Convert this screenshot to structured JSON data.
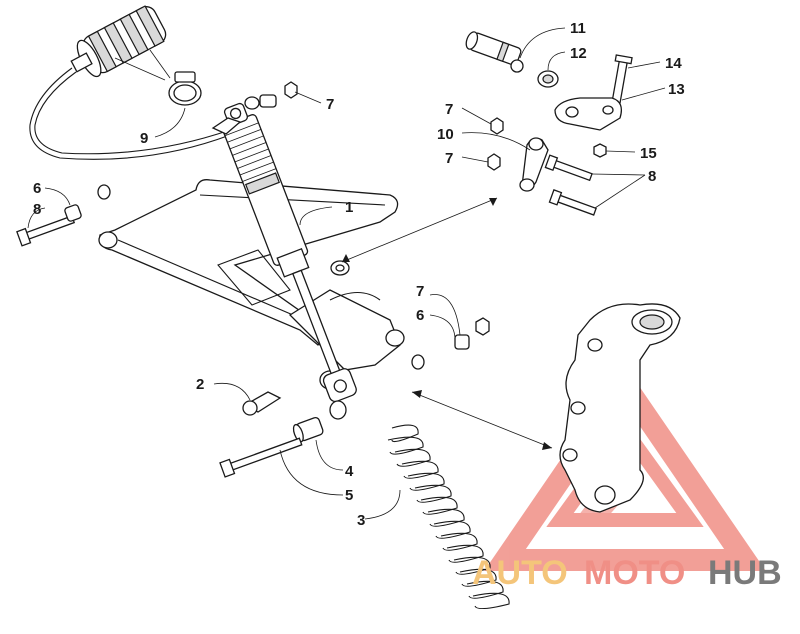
{
  "diagram": {
    "callouts": [
      {
        "id": "c1",
        "text": "1"
      },
      {
        "id": "c2",
        "text": "2"
      },
      {
        "id": "c3",
        "text": "3"
      },
      {
        "id": "c4",
        "text": "4"
      },
      {
        "id": "c5",
        "text": "5"
      },
      {
        "id": "c6a",
        "text": "6"
      },
      {
        "id": "c6b",
        "text": "6"
      },
      {
        "id": "c7a",
        "text": "7"
      },
      {
        "id": "c7b",
        "text": "7"
      },
      {
        "id": "c7c",
        "text": "7"
      },
      {
        "id": "c7d",
        "text": "7"
      },
      {
        "id": "c8a",
        "text": "8"
      },
      {
        "id": "c8b",
        "text": "8"
      },
      {
        "id": "c9",
        "text": "9"
      },
      {
        "id": "c10",
        "text": "10"
      },
      {
        "id": "c11",
        "text": "11"
      },
      {
        "id": "c12",
        "text": "12"
      },
      {
        "id": "c13",
        "text": "13"
      },
      {
        "id": "c14",
        "text": "14"
      },
      {
        "id": "c15",
        "text": "15"
      }
    ]
  },
  "watermark": {
    "part1": "AUTO",
    "part2": "MOTO",
    "part3": "HUB",
    "colors": {
      "logo": "#f08f86",
      "auto": "#f4c57a",
      "hub": "#7a7a7a"
    }
  }
}
